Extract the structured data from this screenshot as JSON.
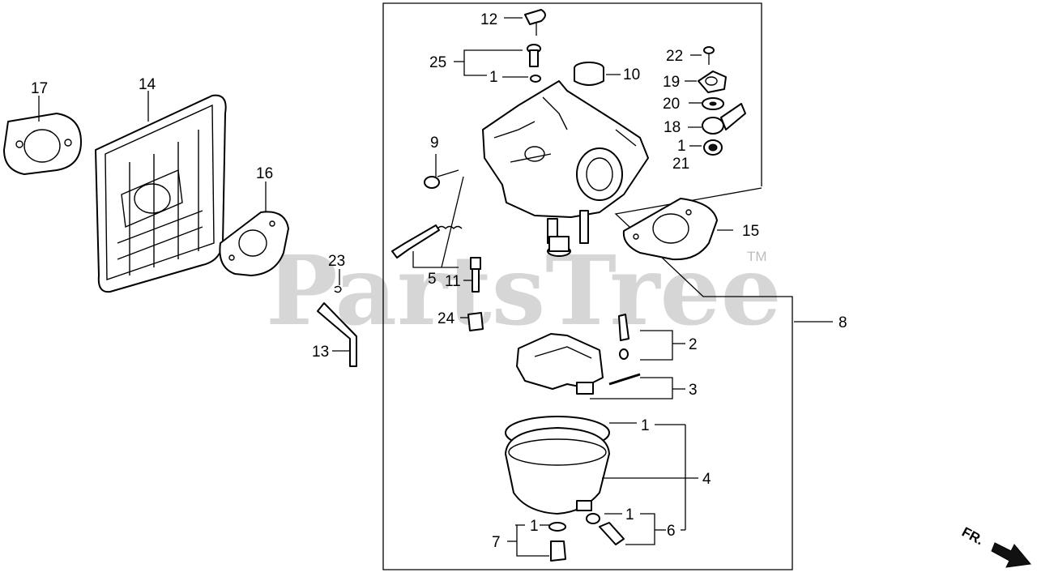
{
  "watermark": {
    "text": "PartsTree",
    "trademark": "TM"
  },
  "direction_marker": {
    "label": "FR."
  },
  "callouts": {
    "c1a": "1",
    "c1b": "1",
    "c1c": "1",
    "c1d": "1",
    "c1e": "1",
    "c2": "2",
    "c3": "3",
    "c4": "4",
    "c5": "5",
    "c6": "6",
    "c7": "7",
    "c8": "8",
    "c9": "9",
    "c10": "10",
    "c11": "11",
    "c12": "12",
    "c13": "13",
    "c14": "14",
    "c15": "15",
    "c16": "16",
    "c17": "17",
    "c18": "18",
    "c19": "19",
    "c20": "20",
    "c21": "21",
    "c22": "22",
    "c23": "23",
    "c24": "24",
    "c25": "25"
  },
  "icons": {
    "direction": "arrow-right-down-icon"
  }
}
